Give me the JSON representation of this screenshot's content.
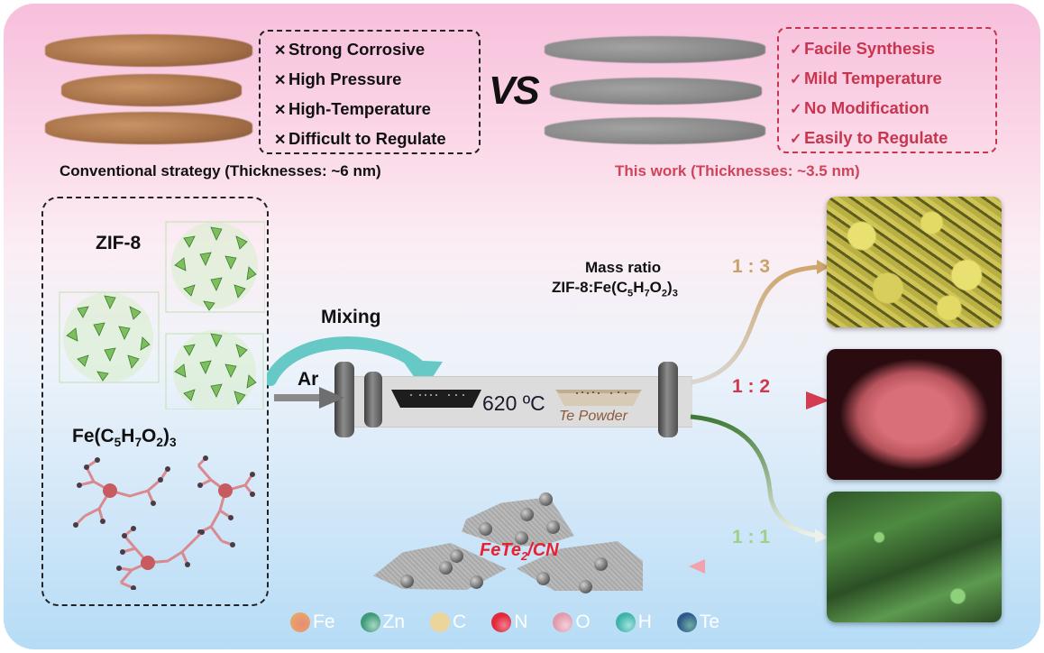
{
  "top": {
    "conventional": {
      "drawbacks": [
        {
          "mark": "✕",
          "text": "Strong Corrosive"
        },
        {
          "mark": "✕",
          "text": "High Pressure"
        },
        {
          "mark": "✕",
          "text": "High-Temperature"
        },
        {
          "mark": "✕",
          "text": "Difficult to Regulate"
        }
      ],
      "caption": "Conventional strategy (Thicknesses: ~6 nm)",
      "material_color": "#a9734a"
    },
    "vs_label": "VS",
    "this_work": {
      "advantages": [
        {
          "mark": "✓",
          "text": "Facile Synthesis"
        },
        {
          "mark": "✓",
          "text": "Mild Temperature"
        },
        {
          "mark": "✓",
          "text": "No Modification"
        },
        {
          "mark": "✓",
          "text": "Easily to Regulate"
        }
      ],
      "caption": "This work (Thicknesses: ~3.5 nm)",
      "accent_color": "#c8354f",
      "material_color": "#8a8a8a"
    }
  },
  "precursors": {
    "zif8_label": "ZIF-8",
    "feacac_label_parts": {
      "base": "Fe(C",
      "s1": "5",
      "h": "H",
      "s2": "7",
      "o": "O",
      "s3": "2",
      "close": ")",
      "s4": "3"
    },
    "zif8_color": "#7dbf5e",
    "feacac_color": "#d88a8f"
  },
  "process": {
    "mixing_label": "Mixing",
    "gas_label": "Ar",
    "temperature_label": "620 ºC",
    "te_powder_label": "Te Powder",
    "mass_ratio_title": "Mass ratio",
    "mass_ratio_formula_parts": {
      "base": "ZIF-8:Fe(C",
      "s1": "5",
      "h": "H",
      "s2": "7",
      "o": "O",
      "s3": "2",
      "close": ")",
      "s4": "3"
    }
  },
  "ratios": [
    {
      "label": "1 : 3",
      "color": "#c9a26a",
      "image_tint": "yellow"
    },
    {
      "label": "1 : 2",
      "color": "#d0384f",
      "image_tint": "pink"
    },
    {
      "label": "1 : 1",
      "color": "#9fd08a",
      "image_tint": "green"
    }
  ],
  "product": {
    "label_base": "FeTe",
    "label_sub": "2",
    "label_tail": "/CN"
  },
  "legend": [
    {
      "symbol": "Fe",
      "color": "#e8a25a"
    },
    {
      "symbol": "Zn",
      "color": "#3e9a78"
    },
    {
      "symbol": "C",
      "color": "#ecd59a"
    },
    {
      "symbol": "N",
      "color": "#e3283a"
    },
    {
      "symbol": "O",
      "color": "#e9a3b3"
    },
    {
      "symbol": "H",
      "color": "#3fb3a8"
    },
    {
      "symbol": "Te",
      "color": "#2f5a8c"
    }
  ]
}
